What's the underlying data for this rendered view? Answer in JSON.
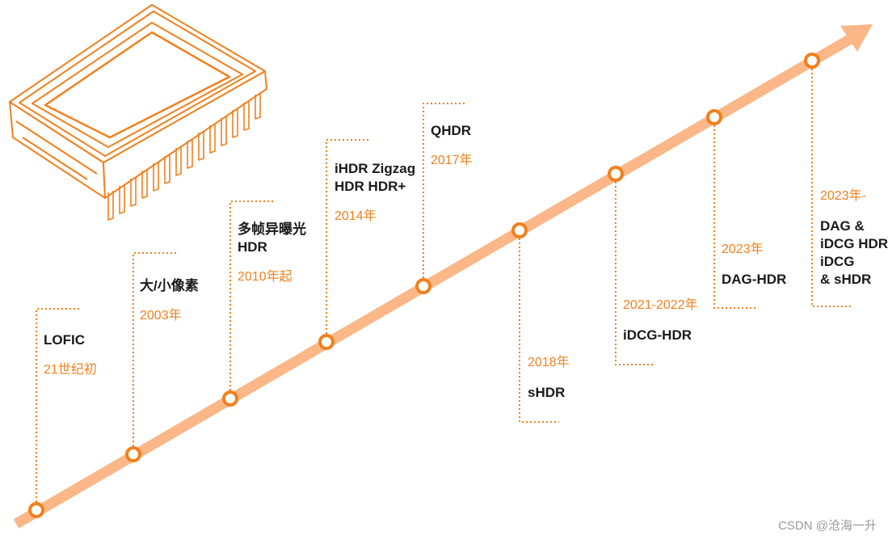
{
  "colors": {
    "accent": "#f0801e",
    "line": "#fbb788",
    "text": "#1a1a1a"
  },
  "milestones": [
    {
      "title": "LOFIC",
      "year": "21世纪初"
    },
    {
      "title": "大/小像素",
      "year": "2003年"
    },
    {
      "title": "多帧异曝光\nHDR",
      "year": "2010年起"
    },
    {
      "title": "iHDR Zigzag\nHDR HDR+",
      "year": "2014年"
    },
    {
      "title": "QHDR",
      "year": "2017年"
    },
    {
      "title": "sHDR",
      "year": "2018年"
    },
    {
      "title": "iDCG-HDR",
      "year": "2021-2022年"
    },
    {
      "title": "DAG-HDR",
      "year": "2023年"
    },
    {
      "title": "DAG &\niDCG HDR\niDCG\n& sHDR",
      "year": "2023年-"
    }
  ],
  "illustration": {
    "icon": "image-sensor-chip-icon"
  },
  "watermark": "CSDN @沧海一升"
}
